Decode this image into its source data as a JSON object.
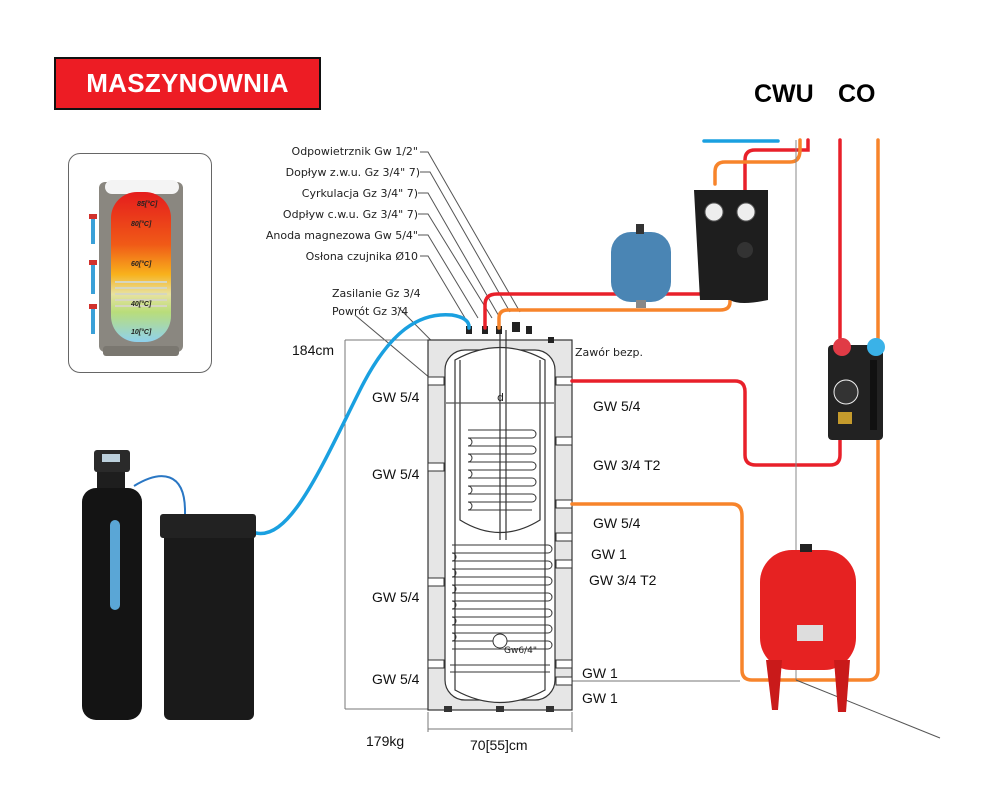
{
  "title": "MASZYNOWNIA",
  "headers": {
    "cwu": "CWU",
    "co": "CO"
  },
  "colors": {
    "title_bg": "#ed1c24",
    "hot_pipe": "#e8202a",
    "warm_pipe": "#f7842b",
    "cold_pipe": "#1aa0e0",
    "tank_fill": "#e8e8e8",
    "vessel_blue": "#4a85b4",
    "vessel_red": "#e62222"
  },
  "thumbnail": {
    "temperatures": [
      "85[°C]",
      "80[°C]",
      "60[°C]",
      "40[°C]",
      "10[°C]"
    ]
  },
  "top_connections": [
    "Odpowietrznik Gw 1/2\"",
    "Dopływ z.w.u. Gz 3/4\" 7)",
    "Cyrkulacja Gz 3/4\" 7)",
    "Odpływ c.w.u. Gz 3/4\" 7)",
    "Anoda magnezowa Gw 5/4\"",
    "Osłona czujnika Ø10"
  ],
  "coil_connections": [
    "Zasilanie Gz 3/4",
    "Powrót Gz 3/4"
  ],
  "safety_valve": "Zawór bezp.",
  "tank": {
    "height": "184cm",
    "weight": "179kg",
    "width": "70[55]cm",
    "diameter_label": "d",
    "bottom_port": "Gw6/4\""
  },
  "left_ports": [
    "GW 5/4",
    "GW 5/4",
    "GW 5/4",
    "GW 5/4"
  ],
  "right_ports": [
    "GW 5/4",
    "GW 3/4  T2",
    "GW 5/4",
    "GW 1",
    "GW 3/4  T2",
    "GW 1",
    "GW 1"
  ]
}
